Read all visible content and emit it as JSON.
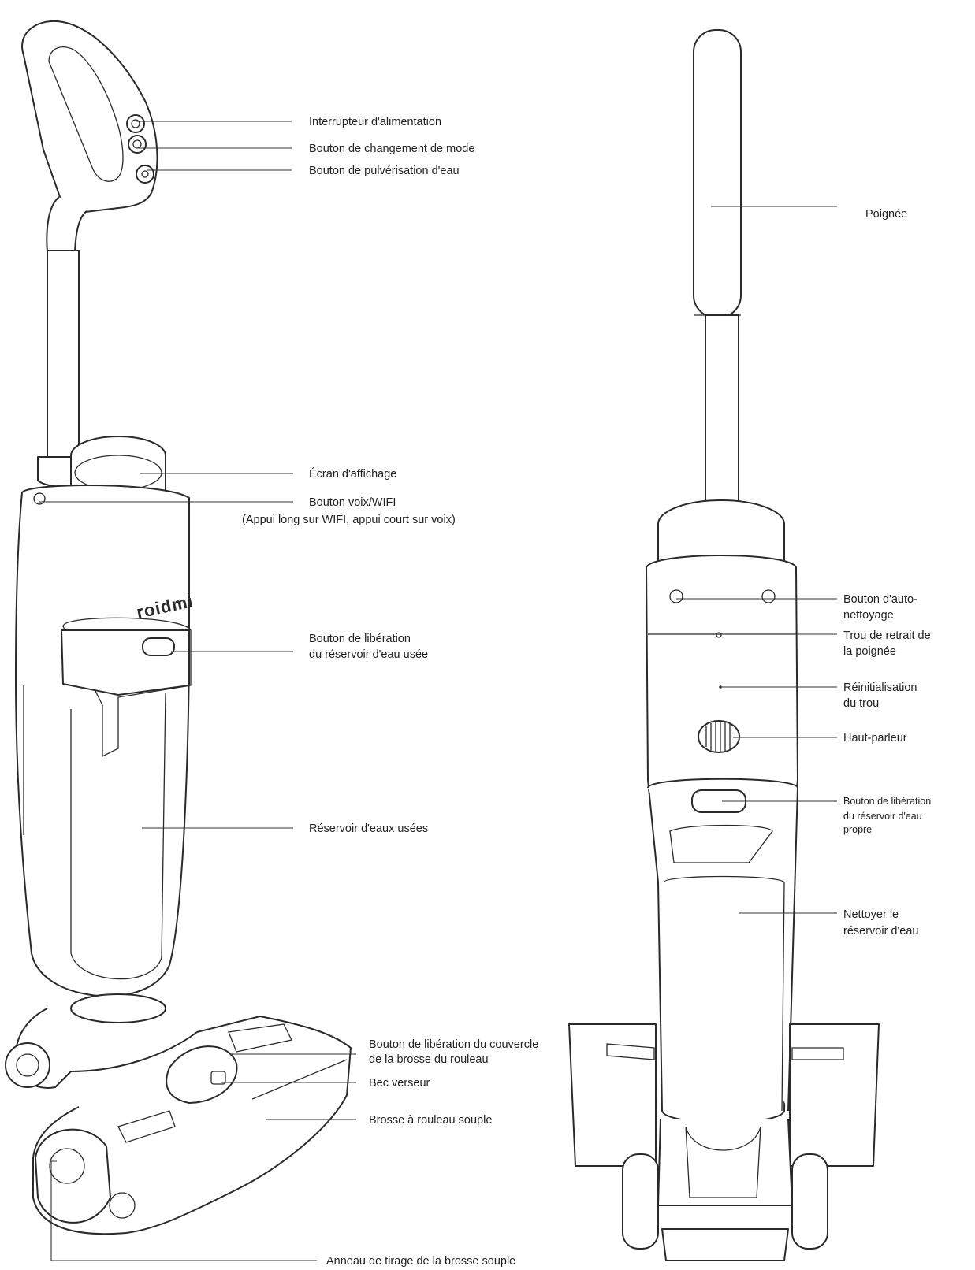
{
  "brand": {
    "logo_text": "roidmi"
  },
  "labels_left": [
    {
      "id": "power-switch",
      "lines": [
        "Interrupteur d'alimentation"
      ]
    },
    {
      "id": "mode-button",
      "lines": [
        "Bouton de changement de mode"
      ]
    },
    {
      "id": "spray-button",
      "lines": [
        "Bouton de pulvérisation d'eau"
      ]
    },
    {
      "id": "display-screen",
      "lines": [
        "Écran d'affichage"
      ]
    },
    {
      "id": "voice-wifi-button",
      "lines": [
        "Bouton voix/WIFI",
        "(Appui long sur WIFI, appui court sur voix)"
      ]
    },
    {
      "id": "dirty-tank-release",
      "lines": [
        "Bouton de libération",
        "du réservoir d'eau usée"
      ]
    },
    {
      "id": "dirty-water-tank",
      "lines": [
        "Réservoir d'eaux usées"
      ]
    },
    {
      "id": "roller-cover-release",
      "lines": [
        "Bouton de libération du couvercle",
        "de la brosse du rouleau"
      ]
    },
    {
      "id": "pour-spout",
      "lines": [
        "Bec verseur"
      ]
    },
    {
      "id": "soft-roller-brush",
      "lines": [
        "Brosse à rouleau souple"
      ]
    },
    {
      "id": "pull-ring",
      "lines": [
        "Anneau de tirage de la brosse souple"
      ]
    }
  ],
  "labels_right": [
    {
      "id": "handle",
      "lines": [
        "Poignée"
      ]
    },
    {
      "id": "self-clean-button",
      "lines": [
        "Bouton d'auto-",
        "nettoyage"
      ]
    },
    {
      "id": "handle-removal-hole",
      "lines": [
        "Trou de retrait de",
        "la poignée"
      ]
    },
    {
      "id": "reset-hole",
      "lines": [
        "Réinitialisation",
        "du trou"
      ]
    },
    {
      "id": "speaker",
      "lines": [
        "Haut-parleur"
      ]
    },
    {
      "id": "clean-tank-release",
      "lines": [
        "Bouton de libération",
        "du réservoir d'eau",
        "propre"
      ]
    },
    {
      "id": "clean-water-tank",
      "lines": [
        "Nettoyer le",
        "réservoir d'eau"
      ]
    }
  ]
}
